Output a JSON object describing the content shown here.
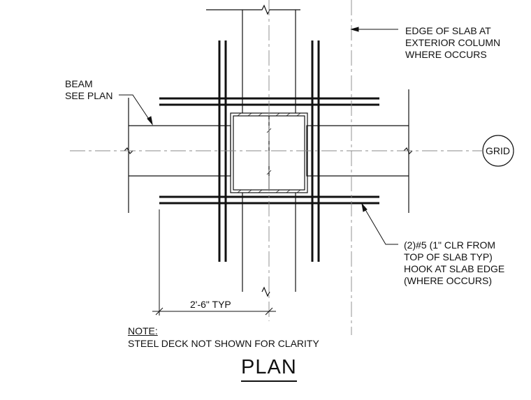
{
  "labels": {
    "edge_of_slab": [
      "EDGE OF SLAB AT",
      "EXTERIOR COLUMN",
      "WHERE OCCURS"
    ],
    "beam": [
      "BEAM",
      "SEE PLAN"
    ],
    "grid": "GRID",
    "rebar_note": [
      "(2)#5 (1\" CLR FROM",
      "TOP OF SLAB TYP)",
      "HOOK AT SLAB EDGE",
      "(WHERE OCCURS)"
    ],
    "dimension": "2'-6\" TYP",
    "note_heading": "NOTE:",
    "note_text": "STEEL DECK NOT SHOWN FOR CLARITY"
  },
  "title": "PLAN",
  "colors": {
    "line": "#111111",
    "centerline": "#888888",
    "background": "#ffffff"
  }
}
